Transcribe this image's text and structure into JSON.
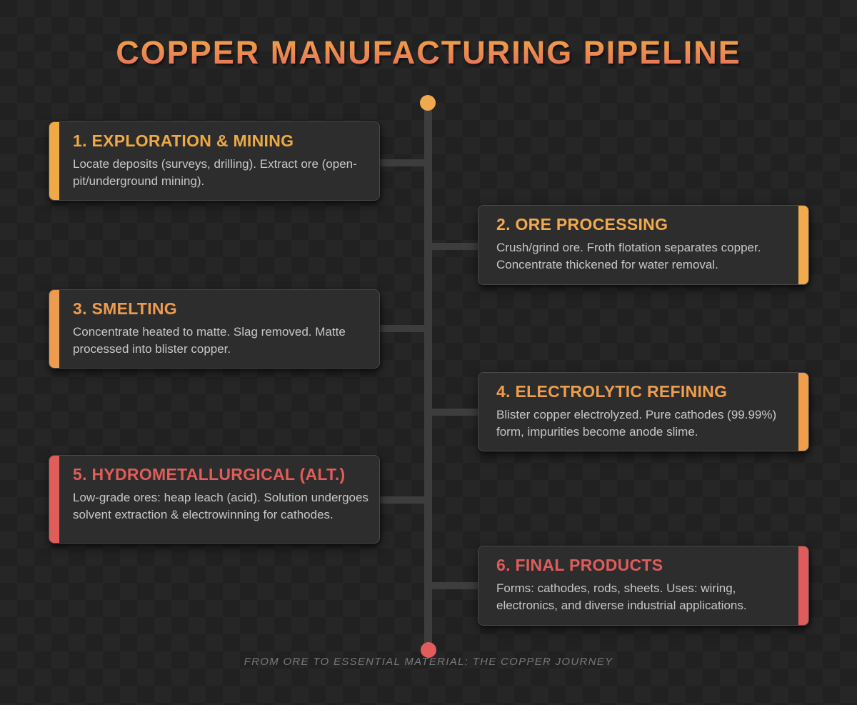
{
  "page": {
    "title": "COPPER MANUFACTURING PIPELINE",
    "footer": "FROM ORE TO ESSENTIAL MATERIAL: THE COPPER JOURNEY",
    "title_gradient_top": "#f0a244",
    "title_gradient_bottom": "#e7705e",
    "background_color": "#212121",
    "checker_color": "#262626"
  },
  "timeline": {
    "spine_color": "#3d3d3d",
    "start_dot_color": "#f0a94e",
    "end_dot_color": "#e25c5c"
  },
  "steps": [
    {
      "title": "1. EXPLORATION & MINING",
      "description": "Locate deposits (surveys, drilling). Extract ore (open-pit/underground mining).",
      "accent": "#efa945",
      "side": "left"
    },
    {
      "title": "2. ORE PROCESSING",
      "description": "Crush/grind ore. Froth flotation separates copper. Concentrate thickened for water removal.",
      "accent": "#f1aa4e",
      "side": "right"
    },
    {
      "title": "3. SMELTING",
      "description": "Concentrate heated to matte. Slag removed. Matte processed into blister copper.",
      "accent": "#ed9c4f",
      "side": "left"
    },
    {
      "title": "4. ELECTROLYTIC REFINING",
      "description": "Blister copper electrolyzed. Pure cathodes (99.99%) form, impurities become anode slime.",
      "accent": "#ef9e4c",
      "side": "right"
    },
    {
      "title": "5. HYDROMETALLURGICAL (ALT.)",
      "description": "Low-grade ores: heap leach (acid). Solution undergoes solvent extraction & electrowinning for cathodes.",
      "accent": "#e05d59",
      "side": "left"
    },
    {
      "title": "6. FINAL PRODUCTS",
      "description": "Forms: cathodes, rods, sheets. Uses: wiring, electronics, and diverse industrial applications.",
      "accent": "#e05c5c",
      "side": "right"
    }
  ]
}
